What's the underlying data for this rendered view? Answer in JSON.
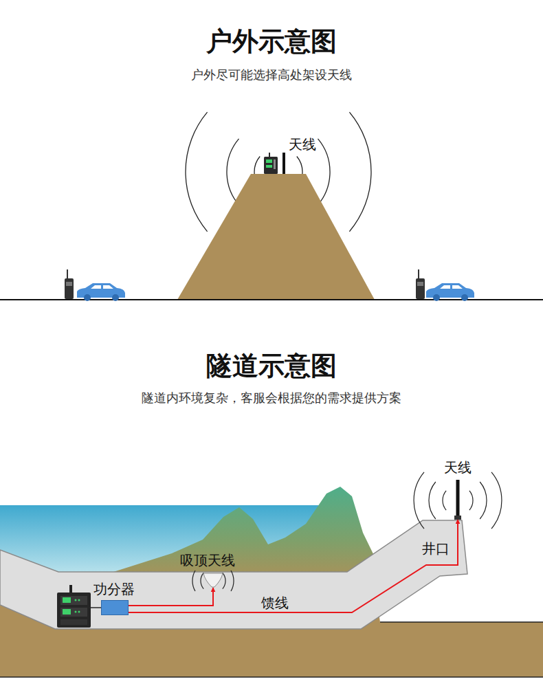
{
  "diagram": {
    "title": "户外示意图",
    "nodes": [
      {
        "text": [
          "天线"
        ]
      },
      {
        "text": [
          "吸顶天线"
        ]
      },
      {
        "text": [
          "功分器"
        ]
      }
    ],
    "edges": [
      {
        "from": 2,
        "to": 1,
        "arrow": "to"
      },
      {
        "from": 2,
        "to": 0,
        "arrow": "to",
        "label": "馈线"
      }
    ],
    "labels": [
      "户外尽可能选择高处架设天线",
      "天线",
      "隧道示意图",
      "隧道内环境复杂，客服会根据您的需求提供方案",
      "井口"
    ]
  }
}
